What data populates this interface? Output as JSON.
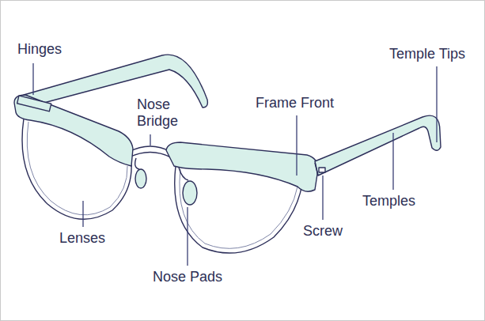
{
  "diagram": {
    "labels": [
      "Hinges",
      "Nose Bridge",
      "Temple Tips",
      "Frame Front",
      "Lenses",
      "Screw",
      "Temples",
      "Nose Pads"
    ]
  }
}
